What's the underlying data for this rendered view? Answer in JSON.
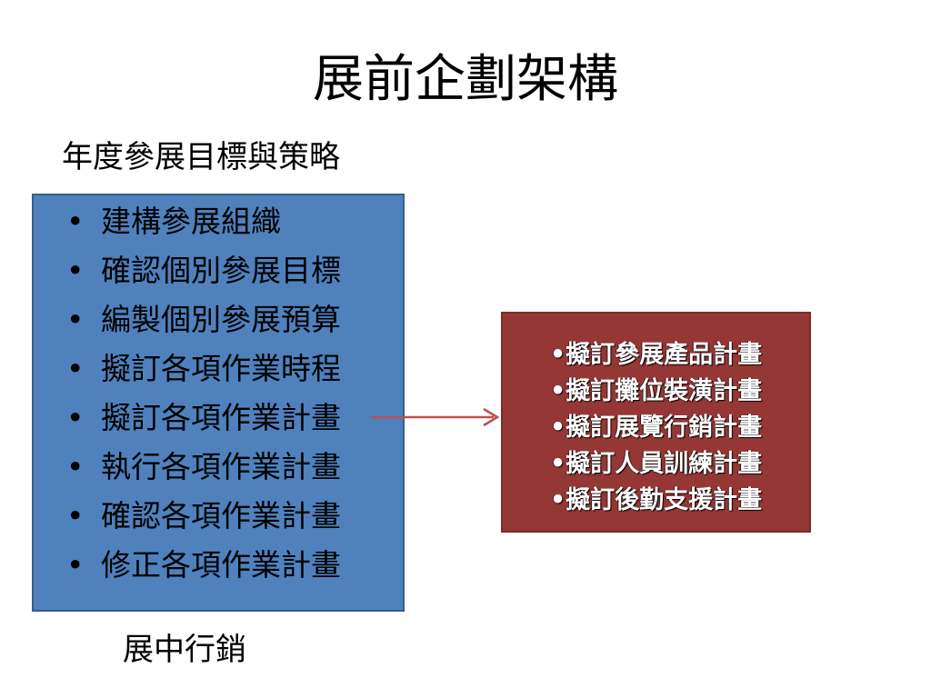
{
  "title": "展前企劃架構",
  "subtitle": "年度參展目標與策略",
  "strategy_box": {
    "bullet": "•",
    "items": [
      "建構參展組織",
      "確認個別參展目標",
      "編製個別參展預算",
      "擬訂各項作業時程",
      "擬訂各項作業計畫",
      "執行各項作業計畫",
      "確認各項作業計畫",
      "修正各項作業計畫"
    ]
  },
  "plans_box": {
    "lines": [
      "•擬訂參展產品計畫",
      "•擬訂攤位裝潢計畫",
      "•擬訂展覽行銷計畫",
      "•擬訂人員訓練計畫",
      "•擬訂後勤支援計畫"
    ]
  },
  "footer_label": "展中行銷",
  "colors": {
    "strategy_box": "#4f81bd",
    "plans_box": "#953735",
    "arrow": "#c0504d"
  }
}
